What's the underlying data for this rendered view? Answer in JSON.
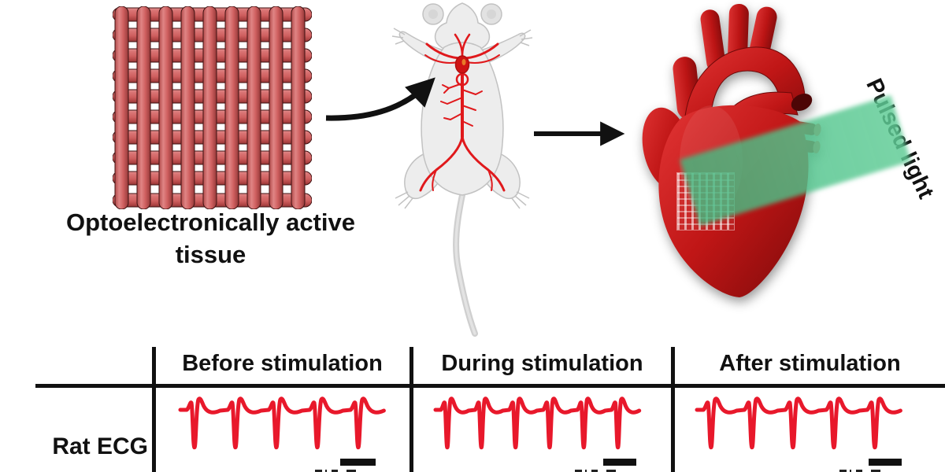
{
  "labels": {
    "tissue_line1": "Optoelectronically active",
    "tissue_line2": "tissue",
    "pulsed_light": "Pulsed light"
  },
  "table": {
    "row_label": "Rat ECG",
    "columns": [
      "Before stimulation",
      "During stimulation",
      "After stimulation"
    ]
  },
  "ecg": {
    "color": "#e8182b",
    "stroke_width": 5,
    "beats_per_column": [
      5,
      6,
      5
    ],
    "scalebars": 3
  },
  "icons": {
    "curved_arrow": "mesh-to-rat-arrow",
    "straight_arrow": "rat-to-heart-arrow"
  },
  "colors": {
    "mesh_red_mid": "#d06060",
    "heart_red": "#c41818",
    "beam_green": "#57c392",
    "rat_body_gray": "#ededed",
    "vasculature_red": "#e0191c",
    "line_black": "#111111"
  }
}
